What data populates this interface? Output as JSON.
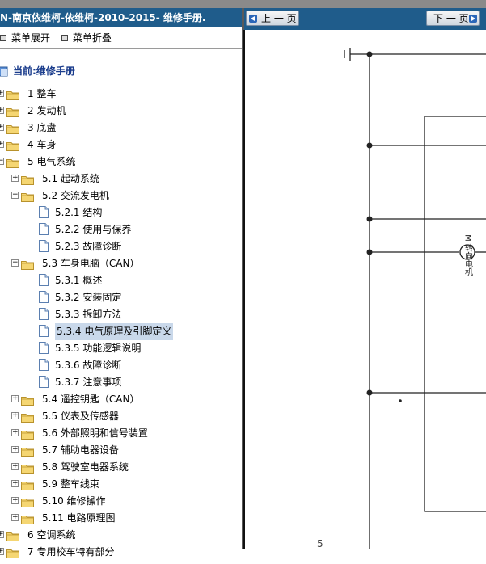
{
  "window": {
    "title": "N-南京依维柯-依维柯-2010-2015- 维修手册."
  },
  "menu": {
    "expand": "菜单展开",
    "collapse": "菜单折叠"
  },
  "tree": {
    "root": "当前:维修手册",
    "items": [
      {
        "label": "1 整车"
      },
      {
        "label": "2 发动机"
      },
      {
        "label": "3 底盘"
      },
      {
        "label": "4 车身"
      },
      {
        "label": "5 电气系统"
      },
      {
        "label": "5.1 起动系统"
      },
      {
        "label": "5.2 交流发电机"
      },
      {
        "label": "5.2.1 结构"
      },
      {
        "label": "5.2.2 使用与保养"
      },
      {
        "label": "5.2.3 故障诊断"
      },
      {
        "label": "5.3 车身电脑（CAN）"
      },
      {
        "label": "5.3.1 概述"
      },
      {
        "label": "5.3.2 安装固定"
      },
      {
        "label": "5.3.3 拆卸方法"
      },
      {
        "label": "5.3.4 电气原理及引脚定义"
      },
      {
        "label": "5.3.5 功能逻辑说明"
      },
      {
        "label": "5.3.6 故障诊断"
      },
      {
        "label": "5.3.7 注意事项"
      },
      {
        "label": "5.4 遥控钥匙（CAN）"
      },
      {
        "label": "5.5 仪表及传感器"
      },
      {
        "label": "5.6 外部照明和信号装置"
      },
      {
        "label": "5.7 辅助电器设备"
      },
      {
        "label": "5.8 驾驶室电器系统"
      },
      {
        "label": "5.9 整车线束"
      },
      {
        "label": "5.10 维修操作"
      },
      {
        "label": "5.11 电路原理图"
      },
      {
        "label": "6 空调系统"
      },
      {
        "label": "7 专用校车特有部分"
      }
    ]
  },
  "nav": {
    "prev": "上 一 页",
    "next": "下 一 页"
  },
  "diagram": {
    "motor_label": "M 转向电机",
    "page_mark": "5"
  }
}
